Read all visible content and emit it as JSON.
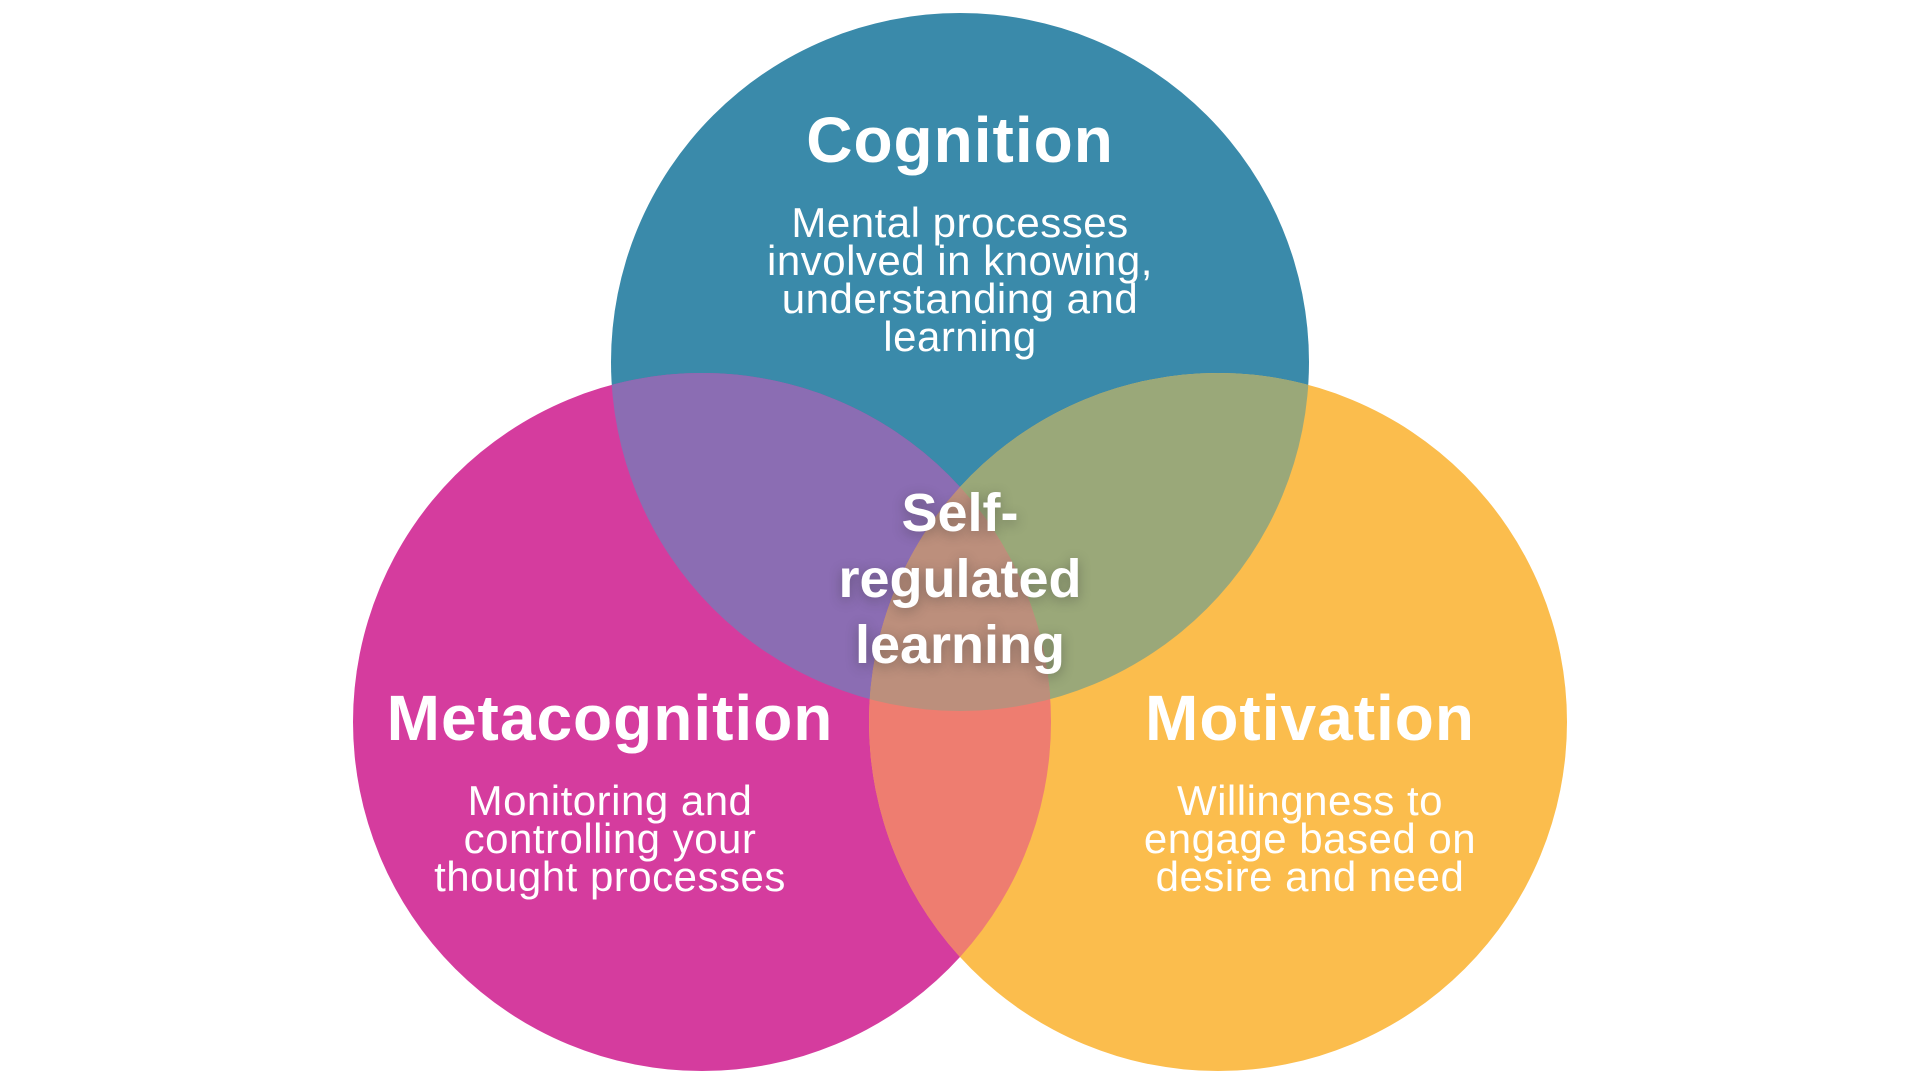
{
  "diagram": {
    "type": "venn-3-circle",
    "background_color": "#ffffff",
    "text_color": "#ffffff",
    "center_overlap": {
      "label_lines": [
        "Self-",
        "regulated",
        "learning"
      ],
      "label_text": "Self-regulated learning",
      "color": "#BC8F7C"
    },
    "circles": [
      {
        "title": "Cognition",
        "description_lines": [
          "Mental processes",
          "involved in knowing,",
          "understanding and",
          "learning"
        ],
        "color": "#3A8AAA",
        "position": "top"
      },
      {
        "title": "Metacognition",
        "description_lines": [
          "Monitoring and",
          "controlling your",
          "thought processes"
        ],
        "color": "#D53C9E",
        "position": "bottom-left"
      },
      {
        "title": "Motivation",
        "description_lines": [
          "Willingness to",
          "engage based on",
          "desire and need"
        ],
        "color": "#FBBD4D",
        "position": "bottom-right"
      }
    ],
    "pairwise_overlaps": [
      {
        "between": "Cognition and Metacognition",
        "color": "#8B6DB3"
      },
      {
        "between": "Cognition and Motivation",
        "color": "#9AA879"
      },
      {
        "between": "Metacognition and Motivation",
        "color": "#EE7D70"
      }
    ]
  }
}
